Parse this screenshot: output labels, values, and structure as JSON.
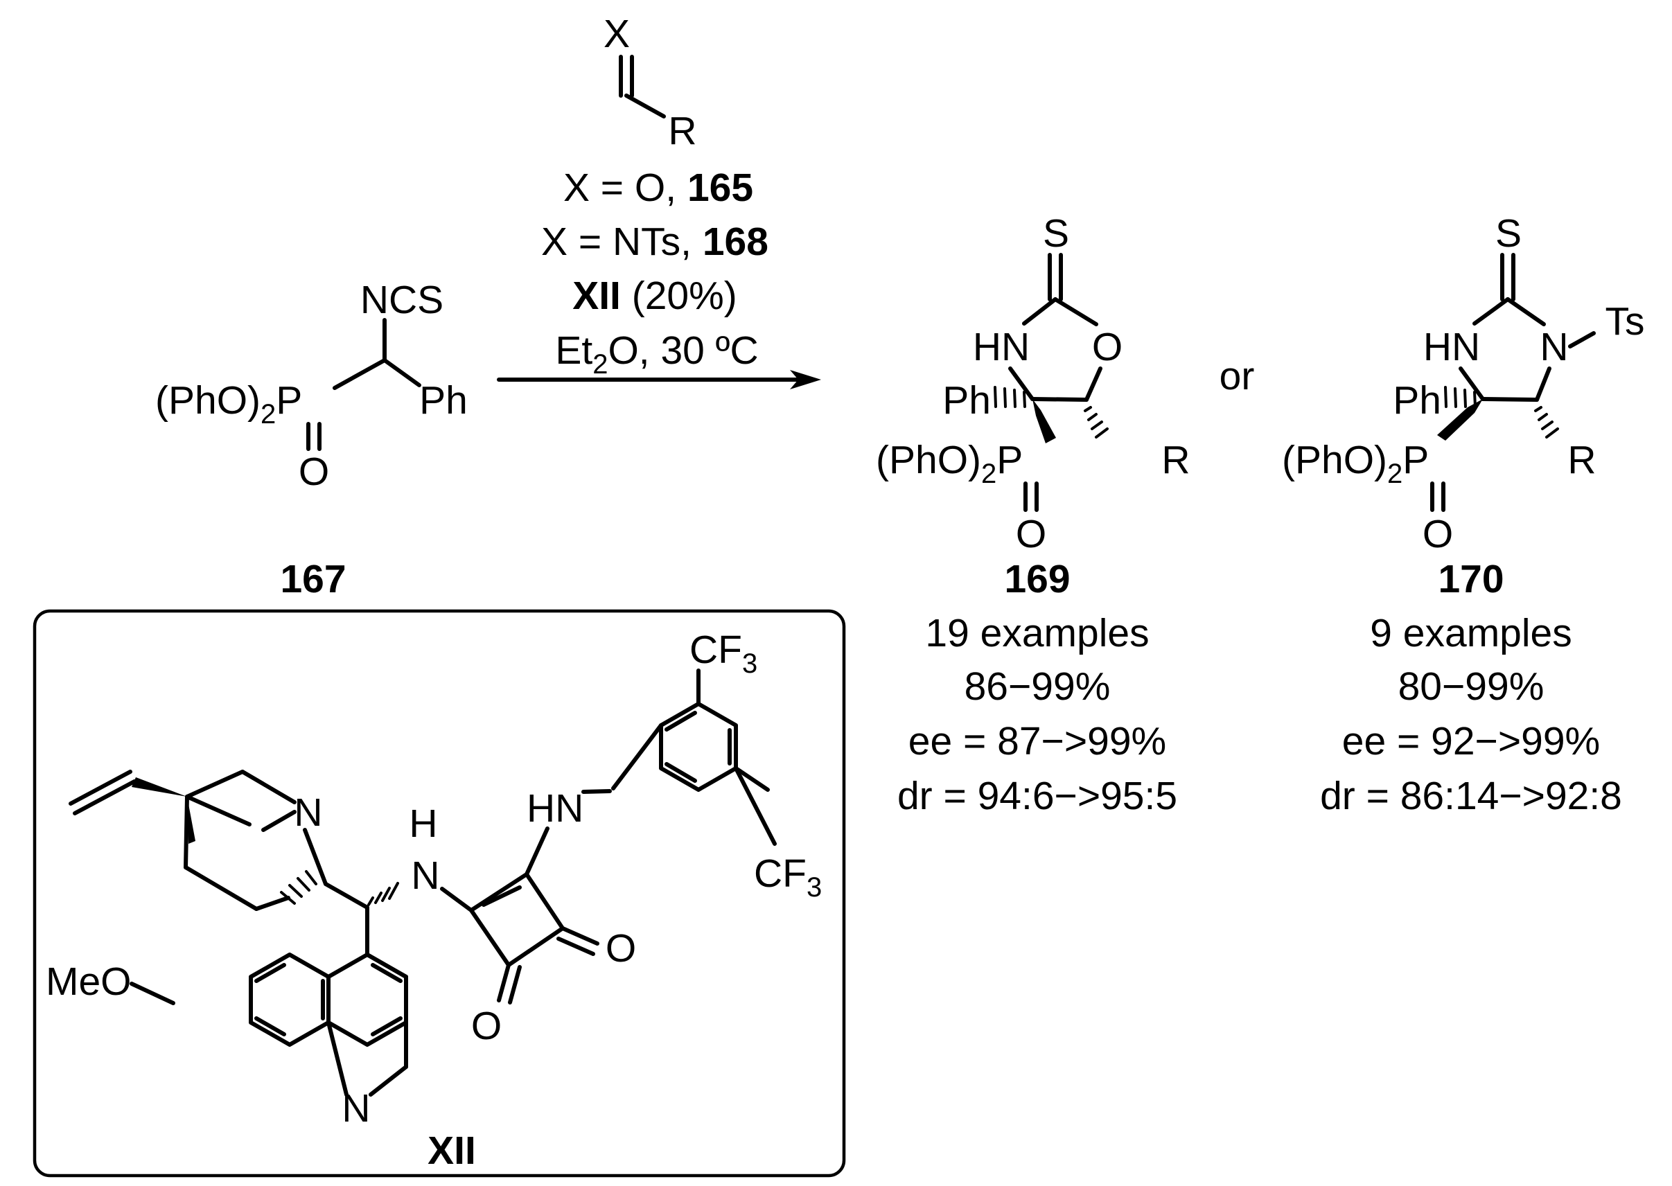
{
  "reagent": {
    "x_label": "X",
    "r_label": "R",
    "line1_text": "X = O, ",
    "line1_num": "165",
    "line2_text": "X = NTs, ",
    "line2_num": "168",
    "catalyst_label": "XII",
    "catalyst_loading": " (20%)",
    "solvent_a": "Et",
    "solvent_sub": "2",
    "solvent_b": "O, 30 ºC"
  },
  "start": {
    "ncs": "NCS",
    "ph": "Ph",
    "pho_a": "(PhO)",
    "pho_sub": "2",
    "pho_b": "P",
    "oxo": "O",
    "number": "167"
  },
  "product169": {
    "s": "S",
    "hn": "HN",
    "o_ring": "O",
    "ph": "Ph",
    "r": "R",
    "pho_a": "(PhO)",
    "pho_sub": "2",
    "pho_b": "P",
    "oxo": "O",
    "number": "169",
    "examples": "19 examples",
    "yield": "86−99%",
    "ee": "ee = 87−>99%",
    "dr": "dr = 94:6−>95:5"
  },
  "or_label": "or",
  "product170": {
    "s": "S",
    "hn": "HN",
    "n_ring": "N",
    "ts": "Ts",
    "ph": "Ph",
    "r": "R",
    "pho_a": "(PhO)",
    "pho_sub": "2",
    "pho_b": "P",
    "oxo": "O",
    "number": "170",
    "examples": "9 examples",
    "yield": "80−99%",
    "ee": "ee = 92−>99%",
    "dr": "dr = 86:14−>92:8"
  },
  "catalyst": {
    "cf3_top_a": "CF",
    "cf3_top_sub": "3",
    "cf3_bot_a": "CF",
    "cf3_bot_sub": "3",
    "hn": "HN",
    "h": "H",
    "n_amide": "N",
    "n_quin": "N",
    "n_pyr": "N",
    "o1": "O",
    "o2": "O",
    "meo": "MeO",
    "label": "XII"
  }
}
